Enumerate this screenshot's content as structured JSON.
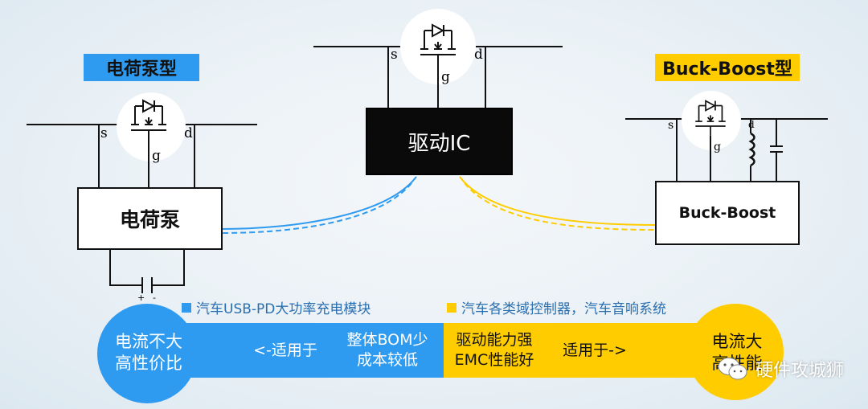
{
  "labels": {
    "charge_pump_tag": "电荷泵型",
    "buck_boost_tag": "Buck-Boost型",
    "charge_pump_box": "电荷泵",
    "buck_boost_box": "Buck-Boost",
    "driver_ic": "驱动IC",
    "pin_s": "s",
    "pin_d": "d",
    "pin_g": "g",
    "cap_plus": "+",
    "cap_minus": "-"
  },
  "legend": {
    "blue_text": "汽车USB-PD大功率充电模块",
    "yellow_text": "汽车各类域控制器，汽车音响系统"
  },
  "bar": {
    "left_circle_line1": "电流不大",
    "left_circle_line2": "高性价比",
    "left_arrow": "<-适用于",
    "left_pro_line1": "整体BOM少",
    "left_pro_line2": "成本较低",
    "right_pro_line1": "驱动能力强",
    "right_pro_line2": "EMC性能好",
    "right_arrow": "适用于->",
    "right_circle_line1": "电流大",
    "right_circle_line2": "高性能"
  },
  "watermark": {
    "text": "硬件攻城狮",
    "icon": "wechat-icon"
  },
  "colors": {
    "blue": "#2f9bf0",
    "yellow": "#ffcc00",
    "ic": "#0a0a0a"
  }
}
